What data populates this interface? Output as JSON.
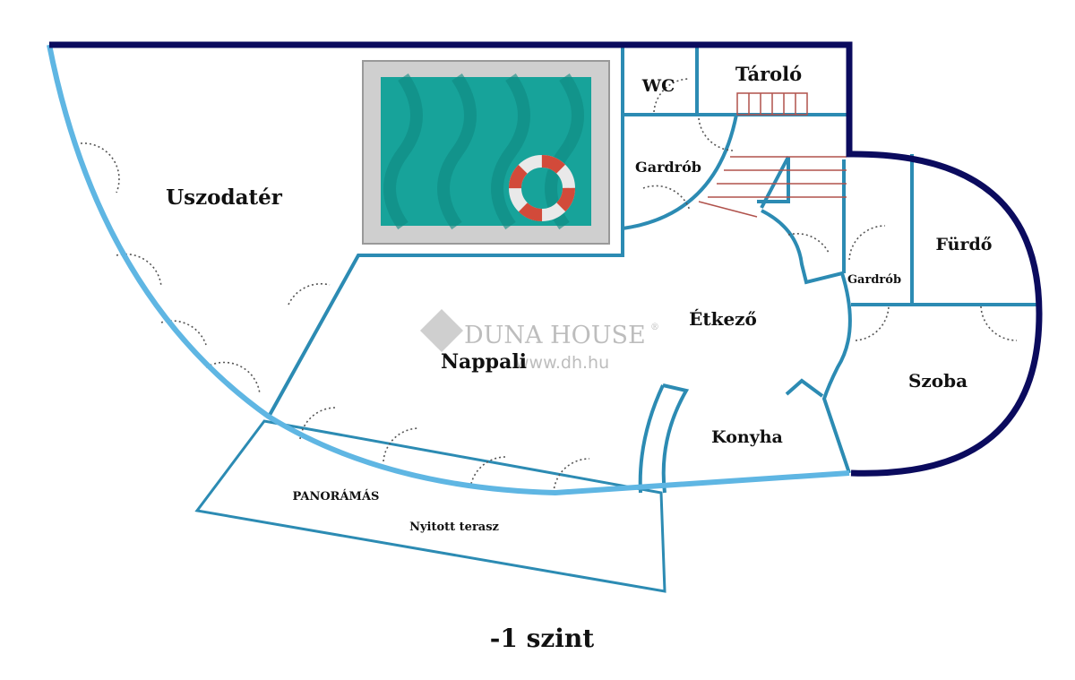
{
  "title": "-1 szint",
  "rooms": {
    "pool_area": "Uszodatér",
    "wc": "WC",
    "storage": "Tároló",
    "wardrobe_1": "Gardrób",
    "wardrobe_2": "Gardrób",
    "bathroom": "Fürdő",
    "dining": "Étkező",
    "living": "Nappali",
    "room": "Szoba",
    "kitchen": "Konyha",
    "terrace_line1": "PANORÁMÁS",
    "terrace_line2": "Nyitott terasz"
  },
  "watermark": {
    "brand": "DUNA HOUSE",
    "registered": "®",
    "url": "www.dh.hu"
  },
  "colors": {
    "outer_wall": "#0b0b5e",
    "inner_wall": "#2c8bb3",
    "glass_wall": "#5fb6e3",
    "pool_water": "#17a39a",
    "pool_frame": "#cfcfcf",
    "stairs": "#b0524c"
  }
}
